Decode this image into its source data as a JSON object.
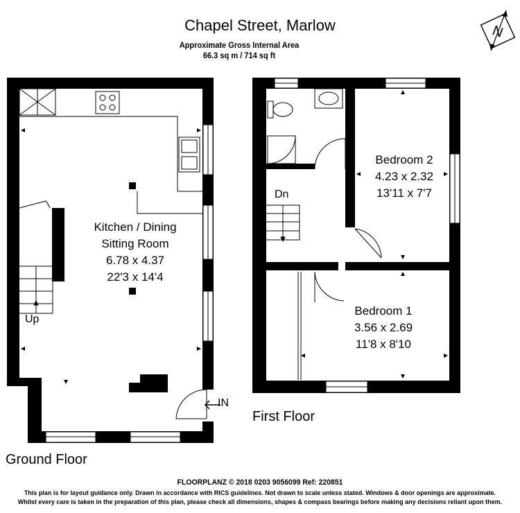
{
  "header": {
    "title": "Chapel Street, Marlow",
    "area_label": "Approximate Gross Internal Area",
    "area_value": "66.3 sq m / 714 sq ft"
  },
  "compass": {
    "letter": "N"
  },
  "ground_floor": {
    "label": "Ground Floor",
    "room": {
      "name_line1": "Kitchen / Dining",
      "name_line2": "Sitting Room",
      "metric": "6.78 x 4.37",
      "imperial": "22'3 x 14'4"
    },
    "stairs_label": "Up",
    "entrance_label": "IN"
  },
  "first_floor": {
    "label": "First Floor",
    "bedroom2": {
      "name": "Bedroom 2",
      "metric": "4.23 x 2.32",
      "imperial": "13'11 x 7'7"
    },
    "bedroom1": {
      "name": "Bedroom 1",
      "metric": "3.56 x 2.69",
      "imperial": "11'8 x 8'10"
    },
    "stairs_label": "Dn"
  },
  "footer": {
    "line1": "FLOORPLANZ © 2018   0203 9056099   Ref: 220851",
    "line2": "This plan is for layout guidance only. Drawn in accordance with RICS guidelines. Not drawn to scale unless stated. Windows & door openings are approximate.",
    "line3": "Whilst every care is taken in the preparation of this plan, please check all dimensions, shapes & compass bearings before making any decisions reliant upon them."
  }
}
